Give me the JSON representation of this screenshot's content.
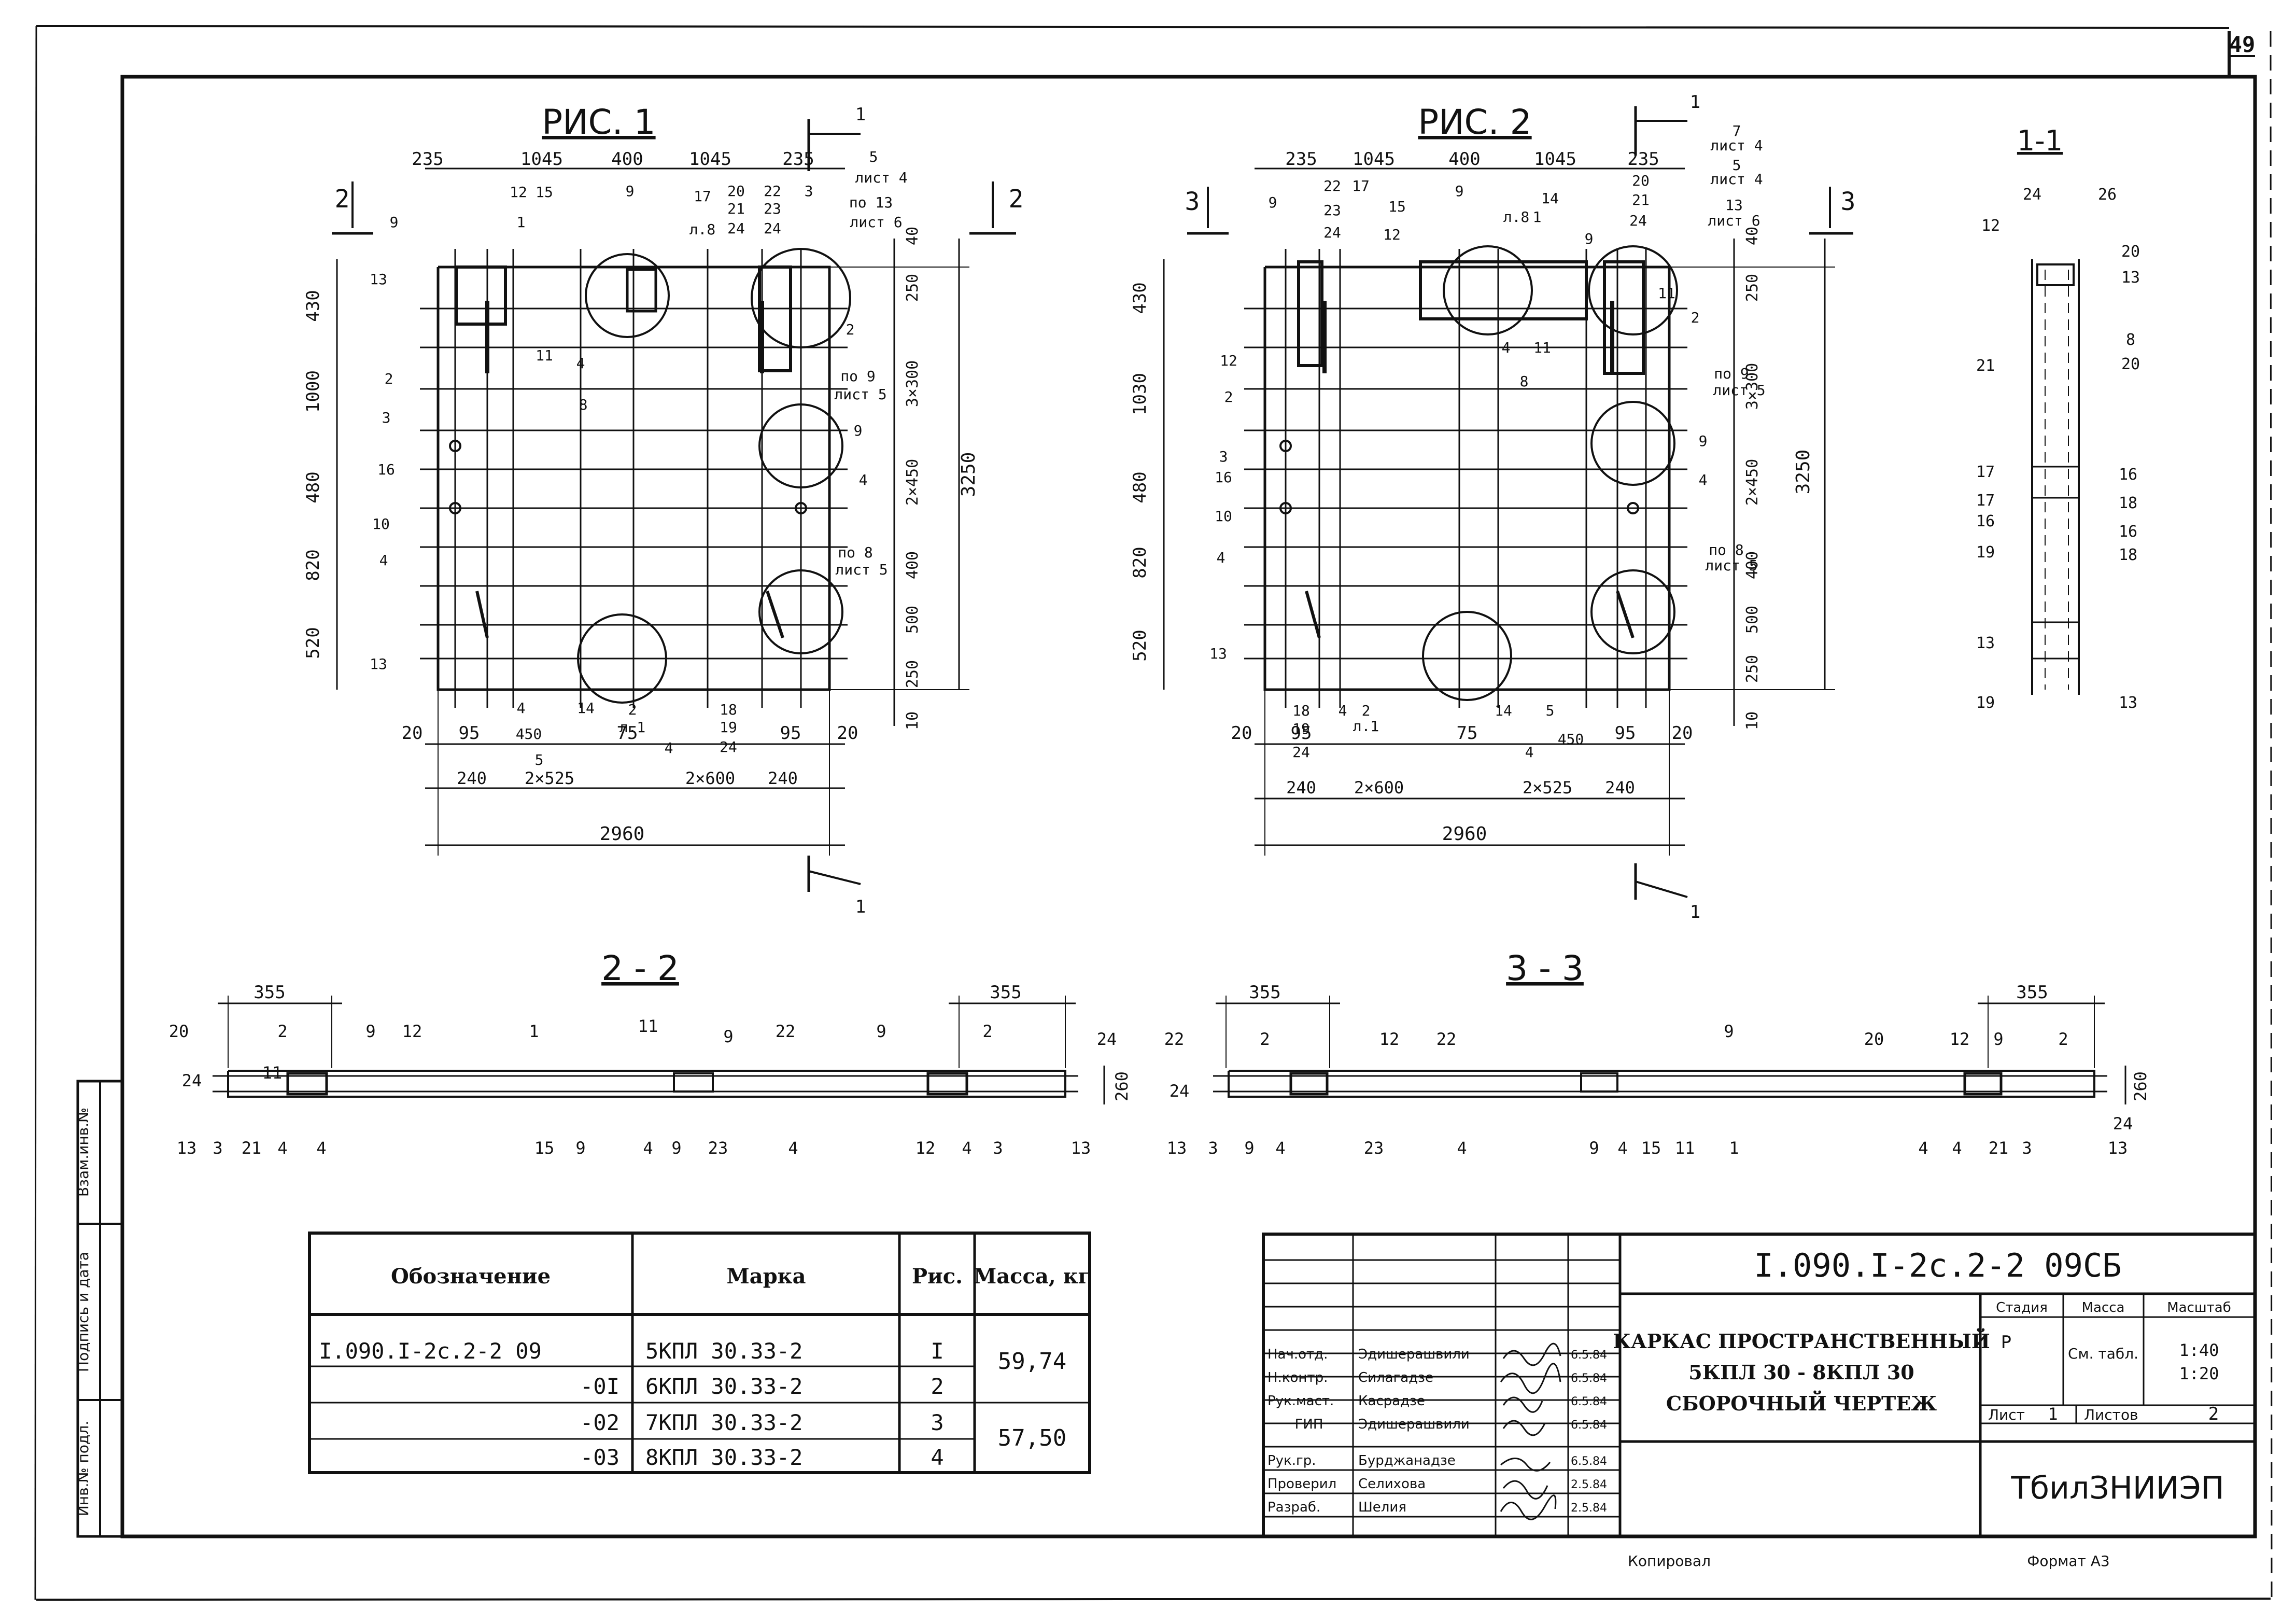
{
  "sheet": {
    "page_number": "49",
    "copied_by": "Копировал",
    "format": "Формат А3"
  },
  "views": {
    "fig1": {
      "title": "РИС. 1"
    },
    "fig2": {
      "title": "РИС. 2"
    },
    "sec11": {
      "title": "1-1"
    },
    "sec22": {
      "title": "2 - 2"
    },
    "sec33": {
      "title": "3 - 3"
    }
  },
  "fig1_dims": {
    "top": [
      "235",
      "1045",
      "400",
      "1045",
      "235"
    ],
    "left": [
      "430",
      "1000",
      "480",
      "820",
      "520"
    ],
    "right": [
      "40",
      "250",
      "3×300",
      "2×450",
      "400",
      "500",
      "250",
      "10"
    ],
    "total_h": "3250",
    "bottom1": [
      "20",
      "95",
      "75",
      "95",
      "20"
    ],
    "bottom2": [
      "240",
      "2×525",
      "2×600",
      "240"
    ],
    "total_w": "2960",
    "cut_top": "1",
    "cut_bottom": "1",
    "cut_side": "2"
  },
  "fig2_dims": {
    "top": [
      "235",
      "1045",
      "400",
      "1045",
      "235"
    ],
    "left": [
      "430",
      "1030",
      "480",
      "820",
      "520"
    ],
    "right": [
      "40",
      "250",
      "3×300",
      "2×450",
      "400",
      "500",
      "250",
      "10"
    ],
    "total_h": "3250",
    "bottom1": [
      "20",
      "95",
      "75",
      "95",
      "20"
    ],
    "bottom2": [
      "240",
      "2×600",
      "2×525",
      "240"
    ],
    "total_w": "2960",
    "cut_top": "1",
    "cut_bottom": "1",
    "cut_side": "3"
  },
  "fig1_callouts": [
    "9",
    "13",
    "2",
    "3",
    "16",
    "10",
    "4",
    "13",
    "12",
    "15",
    "1",
    "11",
    "8",
    "4",
    "9",
    "17",
    "л.8",
    "20",
    "21",
    "24",
    "22",
    "23",
    "24",
    "3",
    "5",
    "лист 4",
    "по 13",
    "лист 6",
    "2",
    "по 9",
    "лист 5",
    "9",
    "4",
    "по 8",
    "лист 5",
    "14",
    "4",
    "450",
    "5",
    "2",
    "л.1",
    "4",
    "18",
    "19",
    "24"
  ],
  "fig2_callouts": [
    "9",
    "12",
    "2",
    "3",
    "16",
    "10",
    "4",
    "13",
    "22",
    "23",
    "24",
    "17",
    "12",
    "15",
    "9",
    "14",
    "л.8",
    "1",
    "11",
    "8",
    "4",
    "9",
    "20",
    "21",
    "24",
    "11",
    "2",
    "7",
    "лист 4",
    "5",
    "лист 4",
    "13",
    "лист 6",
    "по 9",
    "лист 5",
    "9",
    "4",
    "по 8",
    "лист 5",
    "18",
    "19",
    "24",
    "4",
    "2",
    "л.1",
    "14",
    "5",
    "450",
    "4"
  ],
  "sec11_callouts": [
    "12",
    "24",
    "26",
    "20",
    "13",
    "21",
    "8",
    "20",
    "17",
    "16",
    "17",
    "18",
    "16",
    "16",
    "19",
    "18",
    "13",
    "19",
    "13"
  ],
  "sec22": {
    "dims": [
      "355",
      "355",
      "260"
    ],
    "top_callouts": [
      "20",
      "2",
      "9",
      "12",
      "1",
      "11",
      "9",
      "22",
      "9",
      "2",
      "24",
      "11",
      "24"
    ],
    "bottom_callouts": [
      "13",
      "3",
      "21",
      "4",
      "4",
      "15",
      "9",
      "4",
      "9",
      "23",
      "4",
      "12",
      "4",
      "3",
      "13"
    ]
  },
  "sec33": {
    "dims": [
      "355",
      "355",
      "260"
    ],
    "top_callouts": [
      "22",
      "2",
      "12",
      "22",
      "9",
      "20",
      "12",
      "9",
      "2",
      "24"
    ],
    "bottom_callouts": [
      "13",
      "3",
      "9",
      "4",
      "23",
      "4",
      "9",
      "4",
      "15",
      "11",
      "1",
      "4",
      "4",
      "21",
      "3",
      "13",
      "24"
    ]
  },
  "spec_table": {
    "headers": [
      "Обозначение",
      "Марка",
      "Рис.",
      "Масса, кг"
    ],
    "rows": [
      {
        "designation": "I.090.I-2c.2-2 09",
        "mark": "5КПЛ 30.33-2",
        "fig": "I"
      },
      {
        "designation": "-0I",
        "mark": "6КПЛ 30.33-2",
        "fig": "2"
      },
      {
        "designation": "-02",
        "mark": "7КПЛ 30.33-2",
        "fig": "3"
      },
      {
        "designation": "-03",
        "mark": "8КПЛ 30.33-2",
        "fig": "4"
      }
    ],
    "masses": [
      "59,74",
      "57,50"
    ]
  },
  "title_block": {
    "code": "I.090.I-2c.2-2 09СБ",
    "title_lines": [
      "КАРКАС ПРОСТРАНСТВЕННЫЙ",
      "5КПЛ 30 - 8КПЛ 30",
      "СБОРОЧНЫЙ ЧЕРТЕЖ"
    ],
    "stage_label": "Стадия",
    "mass_label": "Масса",
    "scale_label": "Масштаб",
    "stage": "Р",
    "mass": "См. табл.",
    "scale": [
      "1:40",
      "1:20"
    ],
    "sheet_label": "Лист",
    "sheet_no": "1",
    "sheets_label": "Листов",
    "sheets_total": "2",
    "org": "ТбилЗНИИЭП",
    "people": [
      {
        "role": "Нач.отд.",
        "name": "Эдишерашвили",
        "date": "6.5.84"
      },
      {
        "role": "Н.контр.",
        "name": "Силагадзе",
        "date": "6.5.84"
      },
      {
        "role": "Рук.маст.",
        "name": "Касрадзе",
        "date": "6.5.84"
      },
      {
        "role": "ГИП",
        "name": "Эдишерашвили",
        "date": "6.5.84"
      },
      {
        "role": "Рук.гр.",
        "name": "Бурджанадзе",
        "date": "6.5.84"
      },
      {
        "role": "Проверил",
        "name": "Селихова",
        "date": "2.5.84"
      },
      {
        "role": "Разраб.",
        "name": "Шелия",
        "date": "2.5.84"
      }
    ]
  },
  "side_stamp": [
    "Взам.инв.№",
    "Подпись и дата",
    "Инв.№ подл."
  ]
}
